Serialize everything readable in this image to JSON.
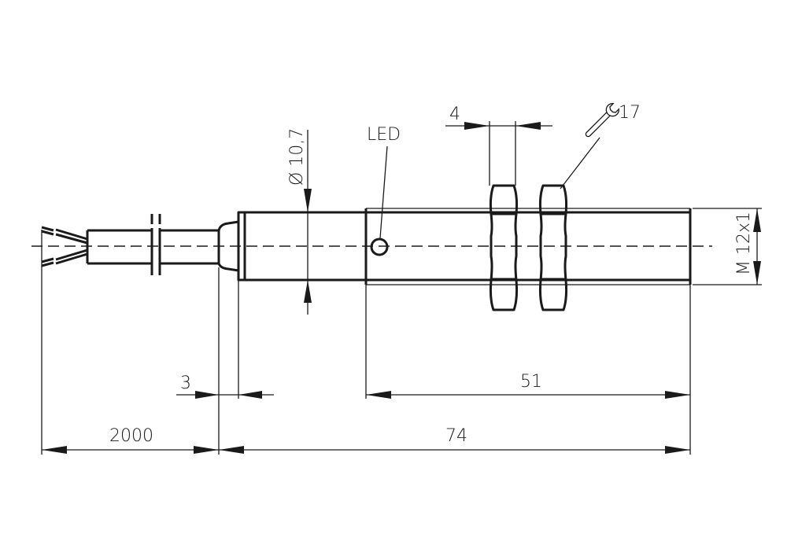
{
  "drawing": {
    "title": "Inductive proximity sensor M12 - dimension drawing",
    "units": "mm",
    "colors": {
      "line": "#1a1a1a",
      "background": "#ffffff"
    }
  },
  "labels": {
    "led": "LED",
    "diameter": "Ø 10,7",
    "nut_width": "4",
    "wrench_size": "17",
    "thread": "M 12x1",
    "collar_offset": "3",
    "cable_length": "2000",
    "thread_length": "51",
    "total_length": "74"
  },
  "icons": {
    "wrench": "wrench-icon"
  }
}
